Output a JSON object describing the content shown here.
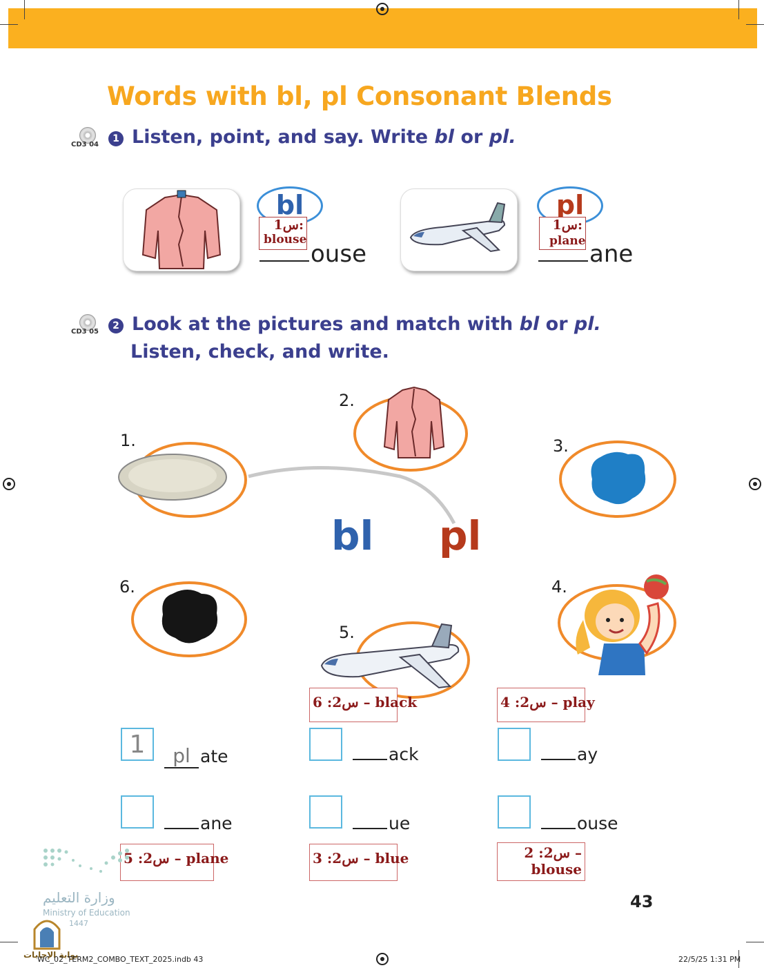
{
  "exercise1": {
    "title": "Words with bl, pl Consonant Blends",
    "cd_label": "CD3 04",
    "number": "1",
    "instruction_start": "Listen, point, and say. Write",
    "instruction_bl": "bl",
    "instruction_or": "or",
    "instruction_pl": "pl.",
    "items": [
      {
        "blend": "bl",
        "answer_ar": "س1:",
        "answer_word": "blouse",
        "ending": "ouse",
        "picture": "blouse-icon"
      },
      {
        "blend": "pl",
        "answer_ar": "س1:",
        "answer_word": "plane",
        "ending": "ane",
        "picture": "airplane-icon"
      }
    ]
  },
  "exercise2": {
    "cd_label": "CD3 05",
    "number": "2",
    "line1_start": "Look at the pictures and match with",
    "line1_bl": "bl",
    "line1_or": "or",
    "line1_pl": "pl.",
    "line2": "Listen, check, and write.",
    "big_bl": "bl",
    "big_pl": "pl",
    "pictures": [
      {
        "num": "1.",
        "picture": "plate-icon"
      },
      {
        "num": "2.",
        "picture": "blouse-icon"
      },
      {
        "num": "3.",
        "picture": "blue-splash-icon"
      },
      {
        "num": "4.",
        "picture": "girl-playing-ball-icon"
      },
      {
        "num": "5.",
        "picture": "airplane-icon"
      },
      {
        "num": "6.",
        "picture": "black-splash-icon"
      }
    ],
    "answers_top": [
      "س2: 6 – black",
      "س2: 4 – play"
    ],
    "rows": [
      {
        "box": "1",
        "prefix": "pl",
        "ending": "ate"
      },
      {
        "box": "",
        "prefix": "",
        "ending": "ack"
      },
      {
        "box": "",
        "prefix": "",
        "ending": "ay"
      },
      {
        "box": "",
        "prefix": "",
        "ending": "ane"
      },
      {
        "box": "",
        "prefix": "",
        "ending": "ue"
      },
      {
        "box": "",
        "prefix": "",
        "ending": "ouse"
      }
    ],
    "answers_bottom": [
      "س2: 5 – plane",
      "س2: 3 – blue",
      "س2: 2 –",
      "blouse"
    ]
  },
  "page_number": "43",
  "watermark": {
    "arabic": "وزارة التعليم",
    "english": "Ministry of Education",
    "year": "1447",
    "portal": "بوابة الإجابات"
  },
  "footer": {
    "file": "WC_02_TERM2_COMBO_TEXT_2025.indb   43",
    "date": "22/5/25   1:31 PM"
  },
  "colors": {
    "header": "#fbb01f",
    "title": "#f7a71f",
    "instruction": "#3b3f8e",
    "bl": "#2f62ad",
    "pl": "#b63a1c",
    "oval": "#f08a2a"
  }
}
